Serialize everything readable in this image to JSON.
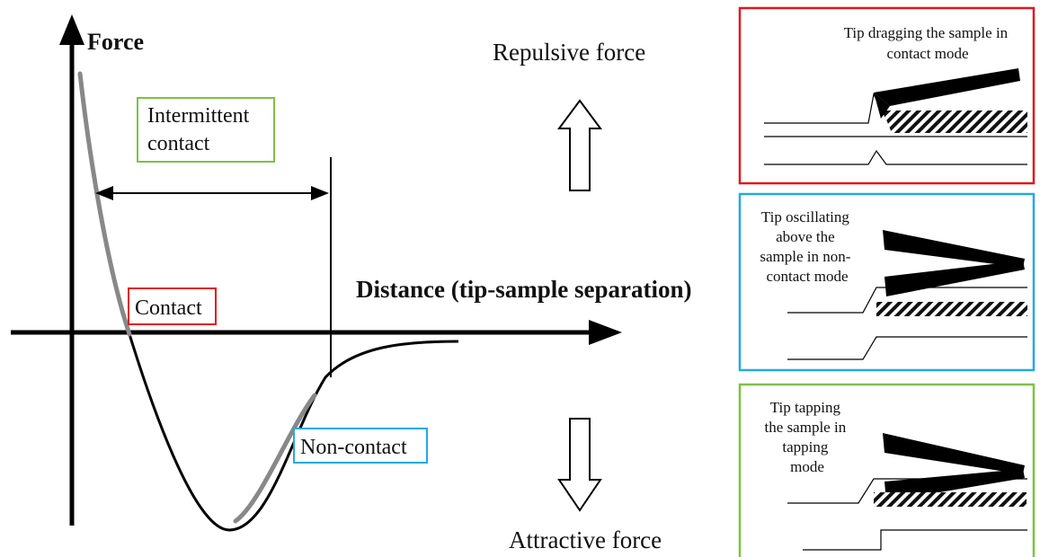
{
  "axes": {
    "y_label": "Force",
    "x_label": "Distance (tip-sample separation)"
  },
  "forces": {
    "repulsive": "Repulsive force",
    "attractive": "Attractive force"
  },
  "regions": {
    "intermittent_line1": "Intermittent",
    "intermittent_line2": "contact",
    "contact": "Contact",
    "noncontact": "Non-contact"
  },
  "panels": {
    "contact_mode": {
      "lines": [
        "Tip dragging the sample in",
        "contact mode"
      ],
      "border_color": "#e0191e"
    },
    "noncontact_mode": {
      "lines": [
        "Tip oscillating",
        "above the",
        "sample in non-",
        "contact mode"
      ],
      "border_color": "#25a9e0"
    },
    "tapping_mode": {
      "lines": [
        "Tip tapping",
        "the sample in",
        "tapping",
        "mode"
      ],
      "border_color": "#7dc242"
    }
  },
  "colors": {
    "contact_box": "#e0191e",
    "noncontact_box": "#25a9e0",
    "intermittent_box": "#7dc242",
    "highlight_curve": "#888888"
  }
}
